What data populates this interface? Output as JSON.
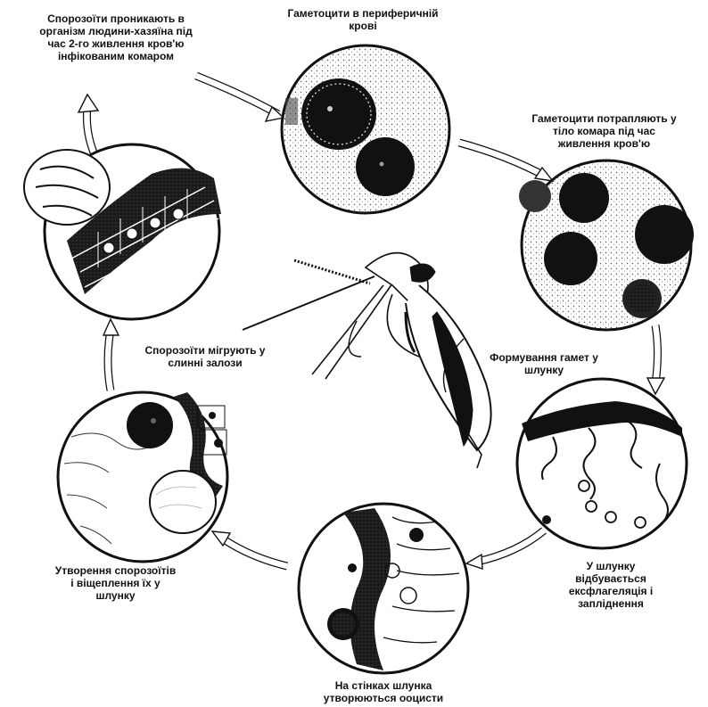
{
  "diagram": {
    "ink_color": "#111111",
    "paper_color": "#ffffff",
    "captions": {
      "gametocytes_blood": [
        "Гаметоцити в периферичній",
        "крові"
      ],
      "gametocytes_mosquito": [
        "Гаметоцити потрапляють у",
        "тіло комара під час",
        "живлення кров'ю"
      ],
      "gamete_formation": [
        "Формування гамет у",
        "шлунку"
      ],
      "exflagellation": [
        "У шлунку",
        "відбувається",
        "ексфлагеляція і",
        "запліднення"
      ],
      "oocysts": [
        "На стінках шлунка",
        "утворюються ооцисти"
      ],
      "sporozoite_formation": [
        "Утворення спорозоїтів",
        "і віщеплення їх у",
        "шлунку"
      ],
      "sporozoite_migration": [
        "Спорозоїти мігрують у",
        "слинні залози"
      ],
      "sporozoite_entry": [
        "Спорозоїти проникають в",
        "організм людини-хазяїна під",
        "час 2-го живлення кров'ю",
        "інфікованим комаром"
      ]
    },
    "stages": [
      {
        "id": "gametocytes-blood",
        "icon": "blood-gametocytes-icon"
      },
      {
        "id": "gametocytes-mosquito",
        "icon": "mosquito-gametocytes-icon"
      },
      {
        "id": "exflagellation",
        "icon": "exflagellation-icon"
      },
      {
        "id": "oocysts",
        "icon": "oocyst-icon"
      },
      {
        "id": "sporozoite-formation",
        "icon": "sporozoite-release-icon"
      },
      {
        "id": "salivary-gland",
        "icon": "salivary-gland-icon"
      }
    ],
    "center_icon": "mosquito-icon"
  }
}
